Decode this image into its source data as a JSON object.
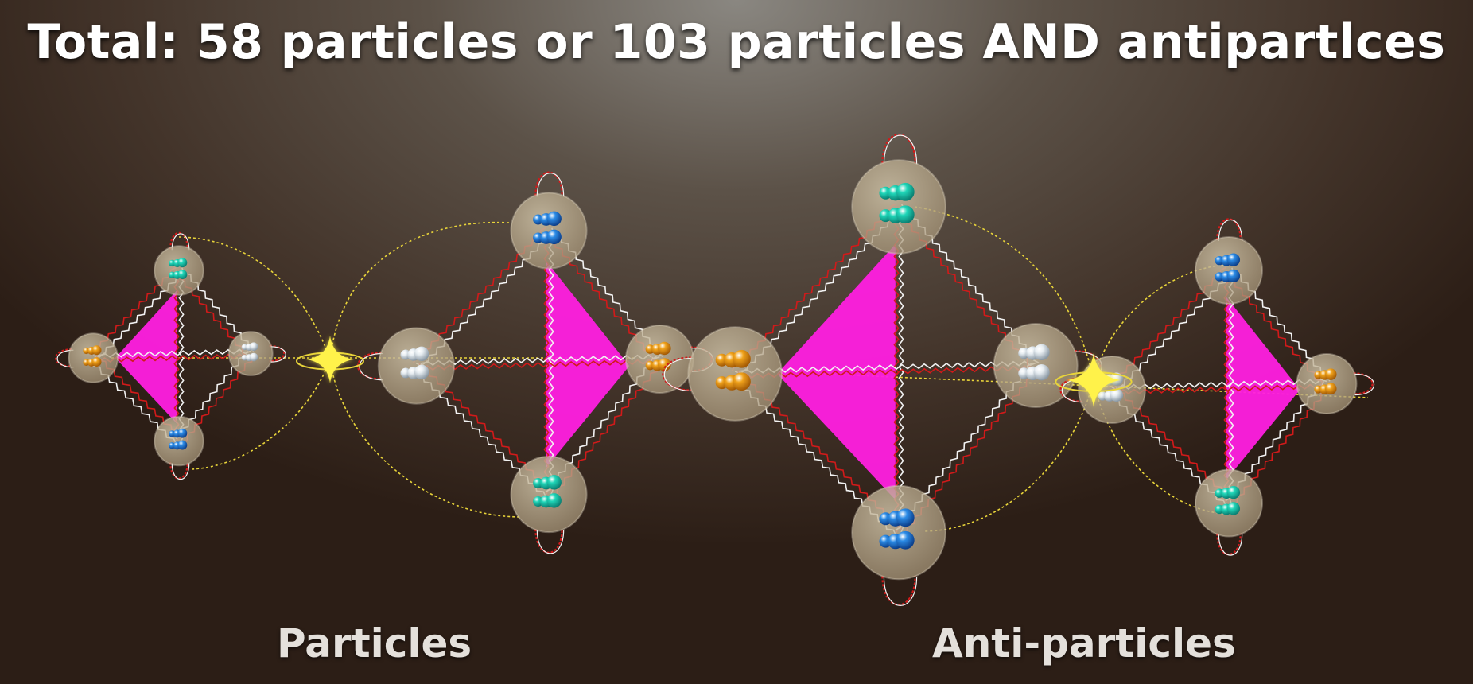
{
  "title": "Total: 58 particles or 103 particles AND antipartlces",
  "labels": {
    "particles": "Particles",
    "antiparticles": "Anti-particles"
  },
  "colors": {
    "membrane": "#ff1fe0",
    "sphere": "#a8977a",
    "orbit": "#e8d43a",
    "spring_red": "#d11a1a",
    "spring_white": "#f2f2f2",
    "star": "#fff24a",
    "quark_orange": "#f0a21b",
    "quark_teal": "#1fd6b8",
    "quark_blue": "#2b8be6",
    "quark_white": "#e8eef2"
  },
  "groups": [
    {
      "name": "particles-left",
      "nodes": [
        {
          "id": "top",
          "color": "teal"
        },
        {
          "id": "left",
          "color": "orange"
        },
        {
          "id": "right",
          "color": "white"
        },
        {
          "id": "bottom",
          "color": "blue"
        }
      ]
    },
    {
      "name": "particles-right",
      "nodes": [
        {
          "id": "top",
          "color": "blue"
        },
        {
          "id": "left",
          "color": "white"
        },
        {
          "id": "right",
          "color": "orange"
        },
        {
          "id": "bottom",
          "color": "teal"
        }
      ]
    },
    {
      "name": "antiparticles-left",
      "nodes": [
        {
          "id": "top",
          "color": "teal"
        },
        {
          "id": "left",
          "color": "orange"
        },
        {
          "id": "right",
          "color": "white"
        },
        {
          "id": "bottom",
          "color": "blue"
        }
      ]
    },
    {
      "name": "antiparticles-right",
      "nodes": [
        {
          "id": "top",
          "color": "blue"
        },
        {
          "id": "left",
          "color": "white"
        },
        {
          "id": "right",
          "color": "orange"
        },
        {
          "id": "bottom",
          "color": "teal"
        }
      ]
    }
  ]
}
